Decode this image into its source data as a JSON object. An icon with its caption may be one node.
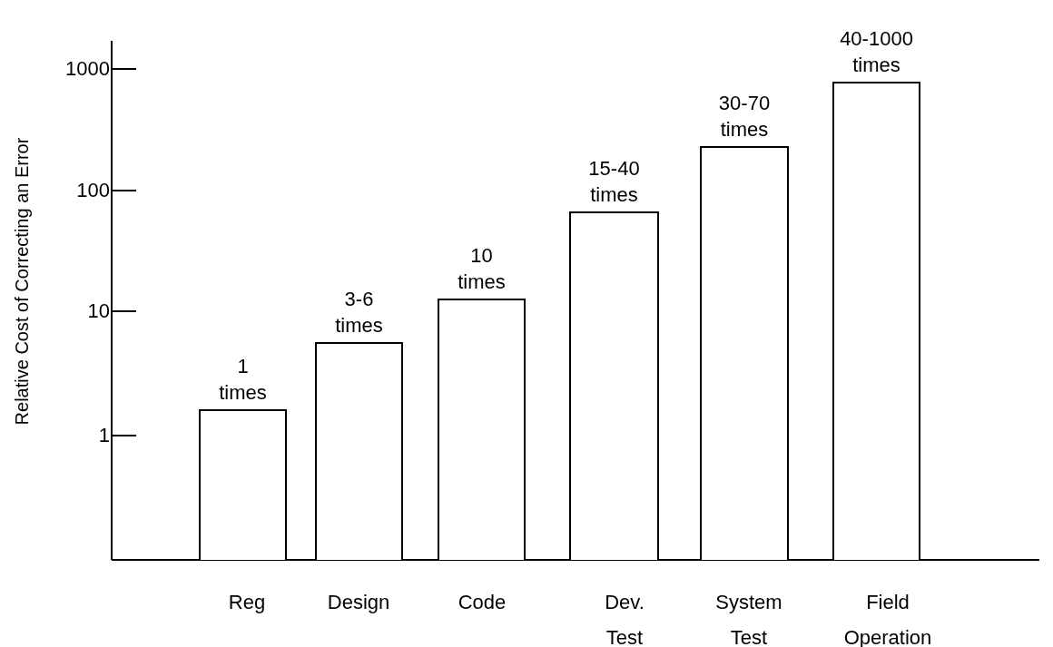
{
  "diagram": {
    "nodes": [
      {
        "text": [],
        "shape": "bar",
        "beside": [
          "1 times",
          "Reg"
        ]
      },
      {
        "text": [],
        "shape": "bar",
        "beside": [
          "3-6 times",
          "Design"
        ]
      },
      {
        "text": [],
        "shape": "bar",
        "beside": [
          "10 times",
          "Code"
        ]
      },
      {
        "text": [],
        "shape": "bar",
        "beside": [
          "15-40 times",
          "Dev. Test"
        ]
      },
      {
        "text": [],
        "shape": "bar",
        "beside": [
          "30-70 times",
          "System Test"
        ]
      },
      {
        "text": [],
        "shape": "bar",
        "beside": [
          "40-1000 times",
          "Field Operation"
        ]
      }
    ],
    "labels": [
      "Relative Cost of Correcting an Error",
      "1000",
      "100",
      "10",
      "1"
    ]
  }
}
